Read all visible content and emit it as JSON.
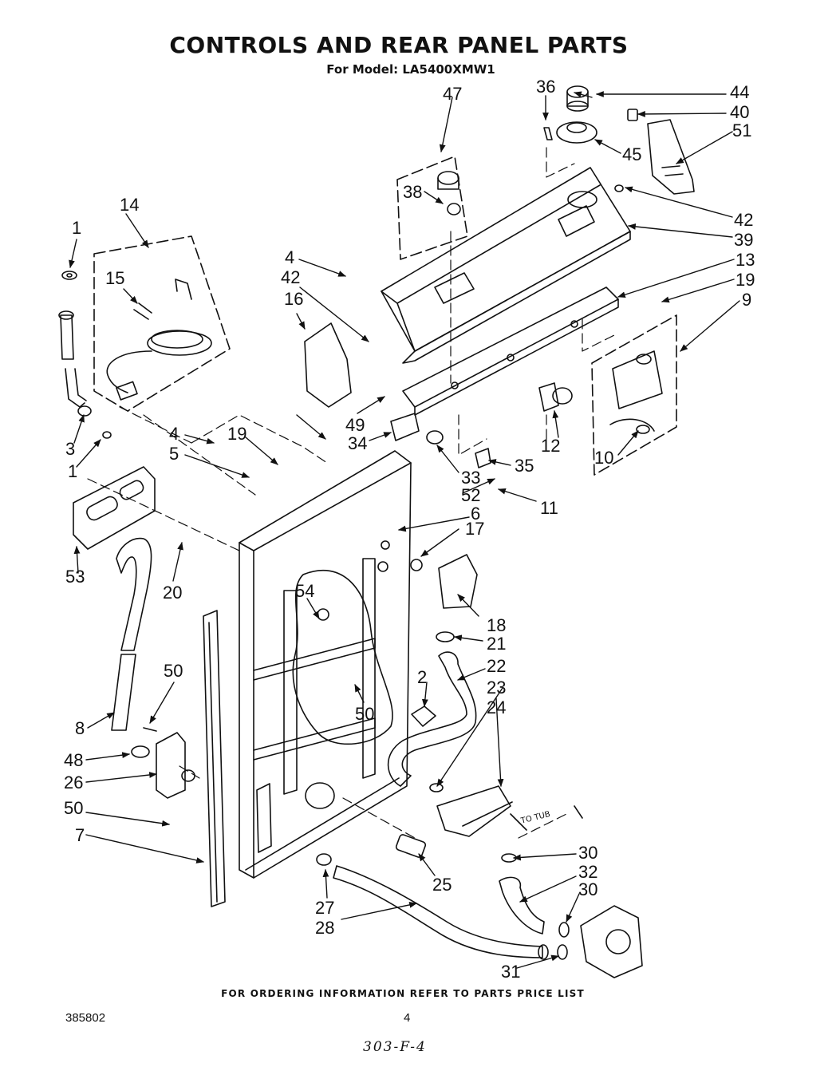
{
  "header": {
    "title": "CONTROLS AND REAR PANEL PARTS",
    "subtitle": "For Model: LA5400XMW1"
  },
  "callouts": [
    "1",
    "14",
    "15",
    "3",
    "1",
    "53",
    "8",
    "48",
    "26",
    "50",
    "7",
    "4",
    "5",
    "19",
    "50",
    "20",
    "54",
    "50",
    "2",
    "6",
    "17",
    "18",
    "21",
    "22",
    "23",
    "24",
    "25",
    "27",
    "28",
    "47",
    "38",
    "36",
    "44",
    "40",
    "45",
    "51",
    "42",
    "39",
    "4",
    "42",
    "16",
    "49",
    "13",
    "19",
    "9",
    "34",
    "33",
    "52",
    "35",
    "12",
    "11",
    "10",
    "30",
    "32",
    "30",
    "31"
  ],
  "tub_label": "TO TUB",
  "footer": {
    "ordering_note": "FOR ORDERING INFORMATION REFER TO PARTS PRICE LIST",
    "doc_number": "385802",
    "page_number": "4",
    "handwritten_note": "303-F-4"
  }
}
